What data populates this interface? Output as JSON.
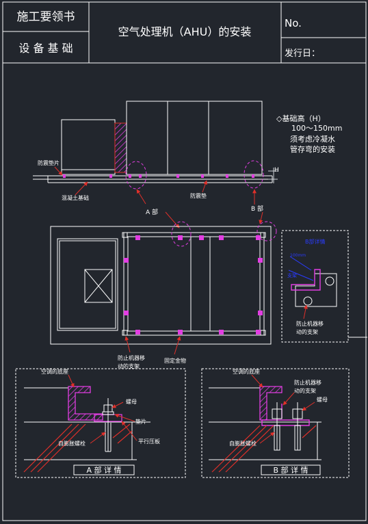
{
  "title_block": {
    "left_top": "施工要领书",
    "left_bottom": "设 备 基 础",
    "title": "空气处理机（AHU）的安装",
    "no_label": "No.",
    "date_label": "发行日："
  },
  "elevation": {
    "note_title": "◇基础高（H）",
    "note_line1": "100～150mm",
    "note_line2": "须考虑冷凝水",
    "note_line3": "管存弯的安装",
    "label_pad": "防震垫片",
    "label_concrete": "混凝土基础",
    "label_mat": "防震垫",
    "label_h": "H",
    "label_a": "A 部",
    "label_b": "B 部"
  },
  "plan": {
    "label_stopper": "防止机器移\n动的支架",
    "label_fixing": "固定金物"
  },
  "inset": {
    "title": "B部详情",
    "label_1": "100mm",
    "label_2": "支架",
    "label_stopper": "防止机器移\n动的支架"
  },
  "detail_a": {
    "label_base": "空调的底座",
    "label_nut": "螺母",
    "label_washer": "垫片",
    "label_plate": "平行压板",
    "label_bolt": "自膨胀螺栓",
    "caption": "A 部 详 情"
  },
  "detail_b": {
    "label_base": "空调的底座",
    "label_stopper": "防止机器移\n动的支架",
    "label_nut": "螺母",
    "label_bolt": "自膨胀螺栓",
    "caption": "B 部 详 情"
  },
  "colors": {
    "line": "#ffffff",
    "magenta": "#e23ee2",
    "red": "#e0302a",
    "blue": "#2a3cff",
    "dim": "#cfd3d8"
  }
}
